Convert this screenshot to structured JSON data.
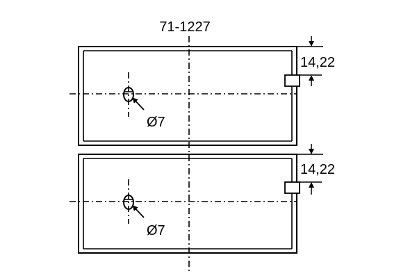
{
  "part_number": "71-1227",
  "parts": [
    {
      "hole_label": "Ø7",
      "dimension_label": "14,22"
    },
    {
      "hole_label": "Ø7",
      "dimension_label": "14,22"
    }
  ],
  "colors": {
    "line": "#000000",
    "background": "#ffffff"
  }
}
